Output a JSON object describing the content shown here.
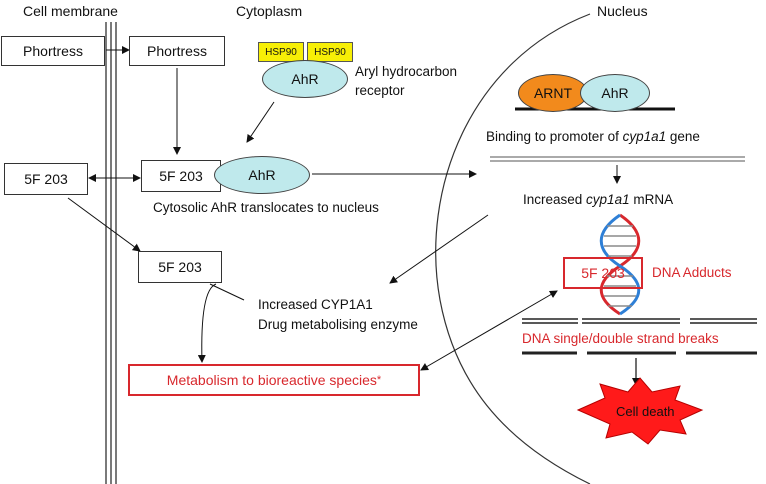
{
  "headers": {
    "cell_membrane": "Cell membrane",
    "cytoplasm": "Cytoplasm",
    "nucleus": "Nucleus"
  },
  "boxes": {
    "phortress_outside": "Phortress",
    "phortress_inside": "Phortress",
    "f203_outside": "5F 203",
    "f203_complex": "5F 203",
    "f203_lower": "5F 203",
    "metabolism": "Metabolism to bioreactive species",
    "metabolism_star": "*",
    "f203_adduct": "5F 203"
  },
  "proteins": {
    "hsp90_left": "HSP90",
    "hsp90_right": "HSP90",
    "ahr_cyto": "AhR",
    "ahr_complex": "AhR",
    "arnt": "ARNT",
    "ahr_nucleus": "AhR"
  },
  "labels": {
    "aryl_line1": "Aryl hydrocarbon",
    "aryl_line2": "receptor",
    "translocates": "Cytosolic AhR translocates to nucleus",
    "binding_prefix": "Binding to promoter of ",
    "binding_gene": "cyp1a1",
    "binding_suffix": " gene",
    "increased_prefix": "Increased ",
    "increased_gene": "cyp1a1",
    "increased_suffix": " mRNA",
    "cyp_line1": "Increased CYP1A1",
    "cyp_line2": "Drug metabolising enzyme",
    "dna_adducts": "DNA Adducts",
    "strand_breaks": "DNA single/double strand breaks",
    "cell_death": "Cell death"
  },
  "colors": {
    "red": "#d8282d",
    "hsp_yellow": "#f7ef06",
    "ahr_cyan": "#bfe9ec",
    "arnt_orange": "#f28a1c"
  }
}
